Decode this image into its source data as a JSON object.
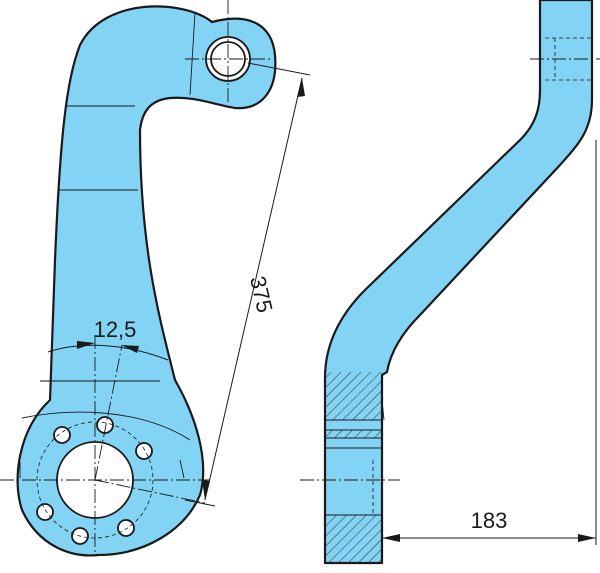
{
  "drawing": {
    "colors": {
      "part_fill": "#83d3f4",
      "outline": "#1a1a1a",
      "background": "#ffffff"
    },
    "dimensions": {
      "center_distance": "375",
      "angle": "12,5",
      "offset": "183"
    }
  }
}
